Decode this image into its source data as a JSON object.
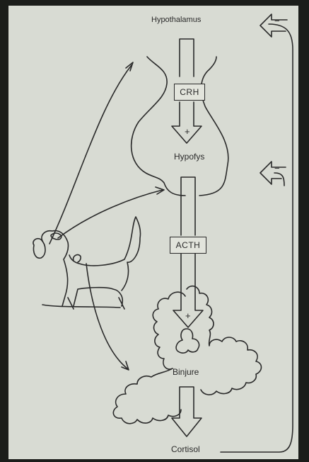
{
  "labels": {
    "top": "Hypothalamus",
    "pituitary": "Hypofys",
    "adrenal": "Binjure",
    "bottom": "Cortisol"
  },
  "hormones": {
    "upper": "CRH",
    "lower": "ACTH"
  },
  "signs": {
    "upper_plus": "+",
    "lower_plus": "+",
    "feedback_minus_top": "−",
    "feedback_minus_middle": "−"
  },
  "colors": {
    "paper": "#d8dbd3",
    "ink": "#2a2a2a",
    "background": "#1b1d1a"
  },
  "icons": [
    "dog-illustration",
    "feedback-arrow-icon"
  ]
}
